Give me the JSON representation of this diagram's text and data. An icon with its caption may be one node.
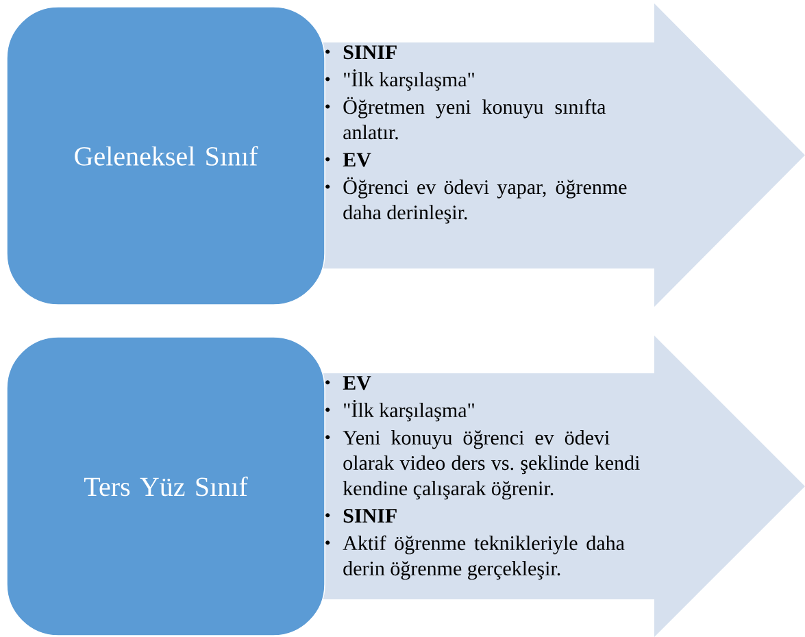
{
  "diagram": {
    "nodes": [
      {
        "text": [
          "Geleneksel Sınıf"
        ]
      },
      {
        "text": [
          "SINIF",
          "\"İlk karşılaşma\"",
          "Öğretmen yeni konuyu sınıfta anlatır.",
          "EV",
          "Öğrenci ev ödevi yapar, öğrenme daha derinleşir."
        ]
      },
      {
        "text": [
          "Ters Yüz Sınıf"
        ]
      },
      {
        "text": [
          "EV",
          "\"İlk karşılaşma\"",
          "Yeni konuyu öğrenci ev ödevi olarak video ders vs. şeklinde kendi kendine çalışarak öğrenir.",
          "SINIF",
          "Aktif öğrenme teknikleriyle daha derin öğrenme gerçekleşir."
        ]
      }
    ],
    "edges": []
  }
}
